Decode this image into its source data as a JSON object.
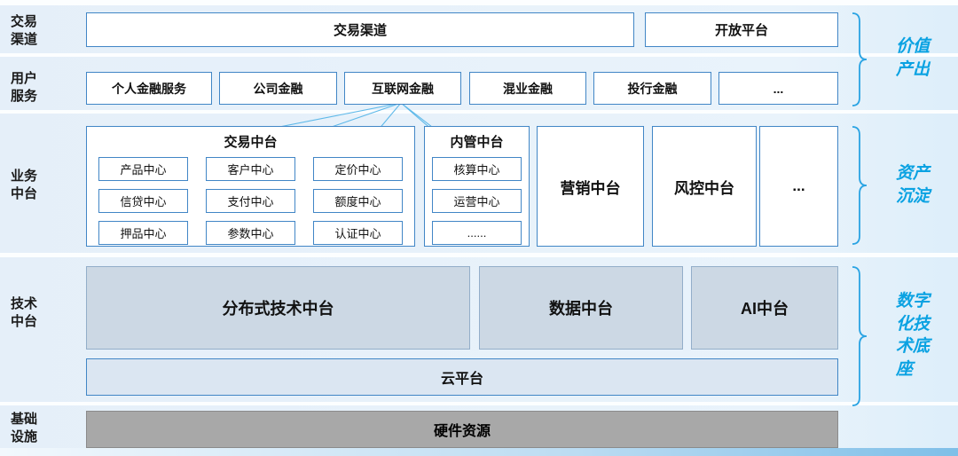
{
  "left_labels": {
    "channel": "交易\n渠道",
    "user": "用户\n服务",
    "business": "业务\n中台",
    "tech": "技术\n中台",
    "infra": "基础\n设施"
  },
  "channel_row": {
    "trade_channel": "交易渠道",
    "open_platform": "开放平台"
  },
  "user_row": {
    "items": [
      "个人金融服务",
      "公司金融",
      "互联网金融",
      "混业金融",
      "投行金融",
      "..."
    ]
  },
  "business_row": {
    "trade_platform": {
      "title": "交易中台",
      "cells": [
        "产品中心",
        "客户中心",
        "定价中心",
        "信贷中心",
        "支付中心",
        "额度中心",
        "押品中心",
        "参数中心",
        "认证中心"
      ]
    },
    "internal_platform": {
      "title": "内管中台",
      "cells": [
        "核算中心",
        "运营中心",
        "......"
      ]
    },
    "marketing_platform": "营销中台",
    "risk_platform": "风控中台",
    "more": "..."
  },
  "tech_row": {
    "distributed": "分布式技术中台",
    "data": "数据中台",
    "ai": "AI中台",
    "cloud": "云平台"
  },
  "infra_row": {
    "hardware": "硬件资源"
  },
  "right_labels": {
    "value_output": "价值\n产出",
    "asset_deposit": "资产\n沉淀",
    "digital_base": "数字\n化技\n术底\n座"
  },
  "colors": {
    "box_border": "#4186c6",
    "band_background": "#e7f1fa",
    "tech_fill": "#ccd8e4",
    "cloud_fill": "#dbe6f2",
    "hardware_fill": "#a8a8a8",
    "accent_text": "#0aa2e2",
    "connector_line": "#5fb9e9",
    "brace": "#29a3e3"
  }
}
